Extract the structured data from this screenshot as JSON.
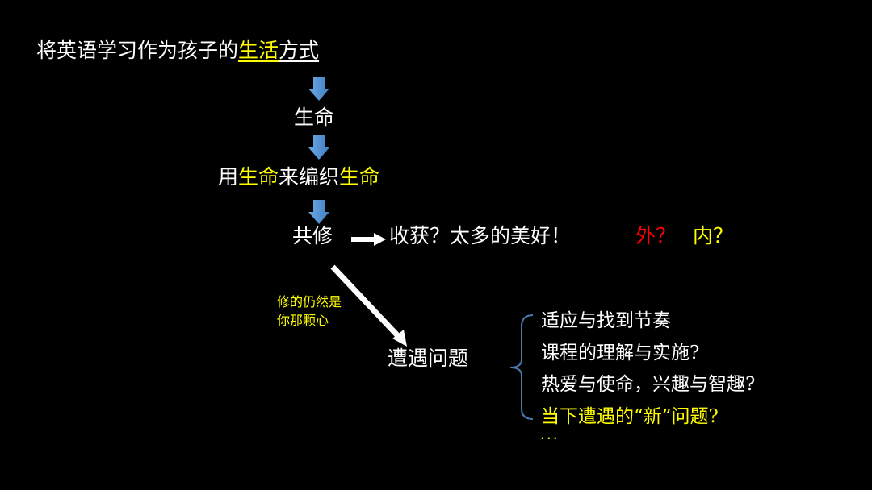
{
  "title": {
    "prefix": "将英语学习作为孩子的",
    "highlight": "生活",
    "suffix": "方式"
  },
  "step1": "生命",
  "step2": {
    "a": "用",
    "b": "生命",
    "c": "来编织",
    "d": "生命"
  },
  "step3": "共修",
  "harvest": "收获？太多的美好！",
  "outer": "外？",
  "inner": "内？",
  "note": {
    "line1": "修的仍然是",
    "line2": "你那颗心"
  },
  "problems": "遭遇问题",
  "list": [
    "适应与找到节奏",
    "课程的理解与实施?",
    "热爱与使命，兴趣与智趣?",
    "当下遭遇的“新”问题?",
    "．．．"
  ],
  "colors": {
    "highlight": "#ffff00",
    "red": "#ff0000",
    "arrow": "#4f8fd0",
    "brace": "#4a7ab0"
  }
}
